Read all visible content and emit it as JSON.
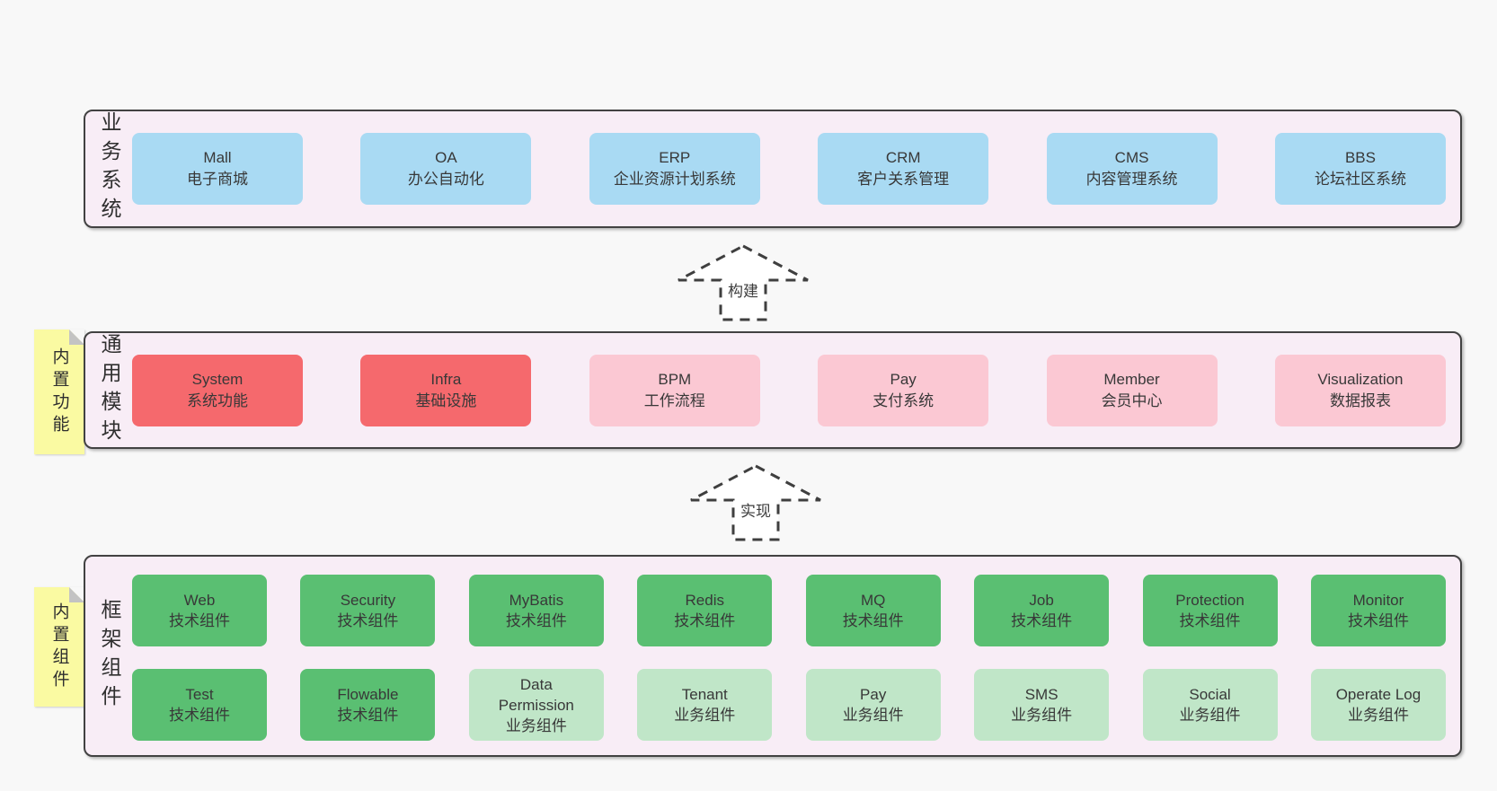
{
  "colors": {
    "page_bg": "#f8f8f8",
    "container_bg": "#f8edf6",
    "container_border": "#424242",
    "box_blue": "#a9daf3",
    "box_red": "#f5696d",
    "box_pink": "#fbc8d3",
    "box_green": "#5abf72",
    "box_green_light": "#c0e6c8",
    "sticky_yellow": "#fafaa2"
  },
  "arrows": {
    "build": "构建",
    "implement": "实现"
  },
  "sections": {
    "business": {
      "label": "业务系统",
      "boxes": [
        {
          "title": "Mall",
          "subtitle": "电子商城"
        },
        {
          "title": "OA",
          "subtitle": "办公自动化"
        },
        {
          "title": "ERP",
          "subtitle": "企业资源计划系统"
        },
        {
          "title": "CRM",
          "subtitle": "客户关系管理"
        },
        {
          "title": "CMS",
          "subtitle": "内容管理系统"
        },
        {
          "title": "BBS",
          "subtitle": "论坛社区系统"
        }
      ]
    },
    "modules": {
      "label": "通用模块",
      "sticky": "内置功能",
      "boxes": [
        {
          "title": "System",
          "subtitle": "系统功能"
        },
        {
          "title": "Infra",
          "subtitle": "基础设施"
        },
        {
          "title": "BPM",
          "subtitle": "工作流程"
        },
        {
          "title": "Pay",
          "subtitle": "支付系统"
        },
        {
          "title": "Member",
          "subtitle": "会员中心"
        },
        {
          "title": "Visualization",
          "subtitle": "数据报表"
        }
      ]
    },
    "components": {
      "label": "框架组件",
      "sticky": "内置组件",
      "row1": [
        {
          "title": "Web",
          "subtitle": "技术组件"
        },
        {
          "title": "Security",
          "subtitle": "技术组件"
        },
        {
          "title": "MyBatis",
          "subtitle": "技术组件"
        },
        {
          "title": "Redis",
          "subtitle": "技术组件"
        },
        {
          "title": "MQ",
          "subtitle": "技术组件"
        },
        {
          "title": "Job",
          "subtitle": "技术组件"
        },
        {
          "title": "Protection",
          "subtitle": "技术组件"
        },
        {
          "title": "Monitor",
          "subtitle": "技术组件"
        }
      ],
      "row2": [
        {
          "title": "Test",
          "subtitle": "技术组件"
        },
        {
          "title": "Flowable",
          "subtitle": "技术组件"
        },
        {
          "title": "Data Permission",
          "subtitle": "业务组件"
        },
        {
          "title": "Tenant",
          "subtitle": "业务组件"
        },
        {
          "title": "Pay",
          "subtitle": "业务组件"
        },
        {
          "title": "SMS",
          "subtitle": "业务组件"
        },
        {
          "title": "Social",
          "subtitle": "业务组件"
        },
        {
          "title": "Operate Log",
          "subtitle": "业务组件"
        }
      ]
    }
  }
}
